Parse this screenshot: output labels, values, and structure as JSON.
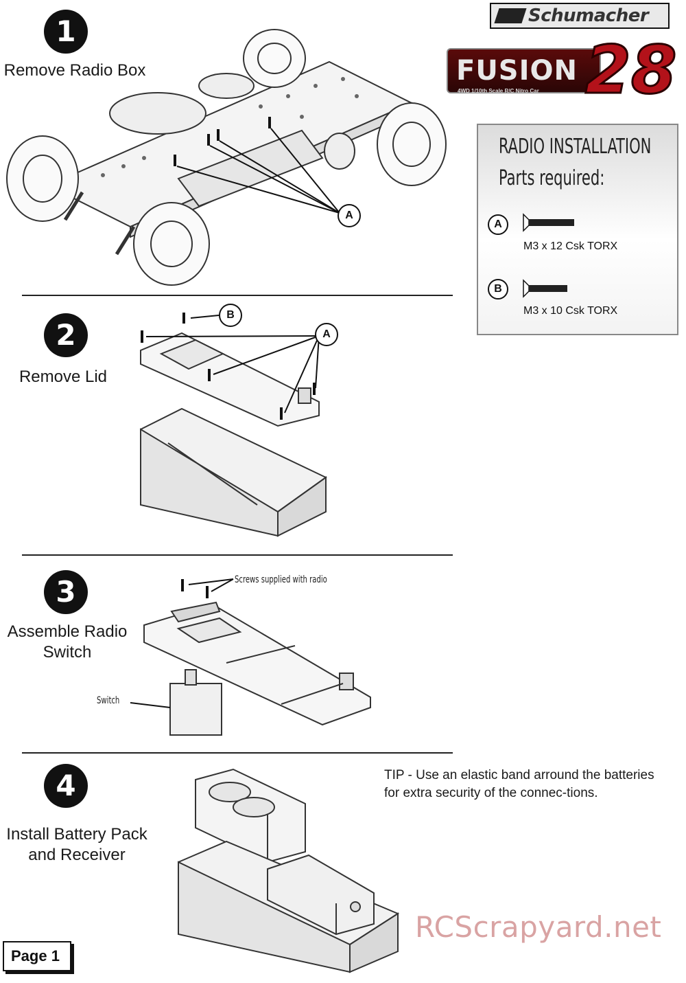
{
  "brand": {
    "name": "Schumacher"
  },
  "logo": {
    "word": "FUSION",
    "number": "28",
    "subtitle": "4WD 1/10th Scale R/C Nitro Car"
  },
  "parts_box": {
    "title_line1": "RADIO INSTALLATION",
    "title_line2": "Parts required:",
    "parts": [
      {
        "badge": "A",
        "label": "M3 x 12 Csk TORX"
      },
      {
        "badge": "B",
        "label": "M3 x 10 Csk TORX"
      }
    ]
  },
  "steps": [
    {
      "number": "1",
      "title_lines": [
        "Remove Radio Box"
      ],
      "callouts": [
        "A"
      ]
    },
    {
      "number": "2",
      "title_lines": [
        "Remove Lid"
      ],
      "callouts": [
        "B",
        "A"
      ]
    },
    {
      "number": "3",
      "title_lines": [
        "Assemble Radio",
        "Switch"
      ],
      "labels": [
        "Screws supplied with radio",
        "Switch"
      ]
    },
    {
      "number": "4",
      "title_lines": [
        "Install Battery Pack",
        "and Receiver"
      ]
    }
  ],
  "tip": "TIP - Use an elastic band arround the batteries for extra security of the connec-tions.",
  "page_label": "Page 1",
  "watermark": "RCScrapyard.net"
}
